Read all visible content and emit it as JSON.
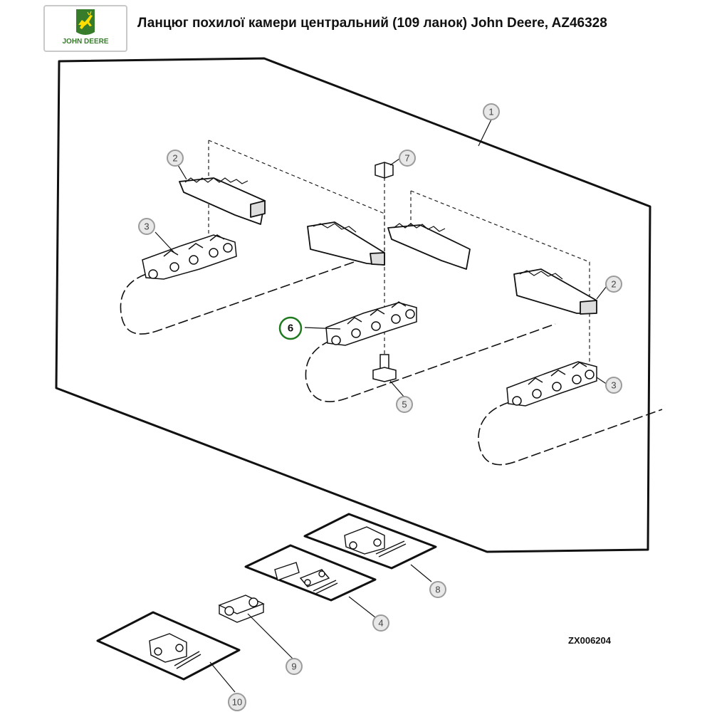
{
  "header": {
    "title": "Ланцюг похилої камери центральний (109 ланок) John Deere, AZ46328",
    "logo_text": "JOHN DEERE"
  },
  "diagram": {
    "figure_code": "ZX006204",
    "callouts": [
      "1",
      "2",
      "3",
      "7",
      "6",
      "5",
      "2",
      "3",
      "8",
      "4",
      "9",
      "10"
    ],
    "highlight_color": "#1f7a1f",
    "brand_colors": {
      "green": "#367c2b",
      "yellow": "#ffde00"
    }
  }
}
